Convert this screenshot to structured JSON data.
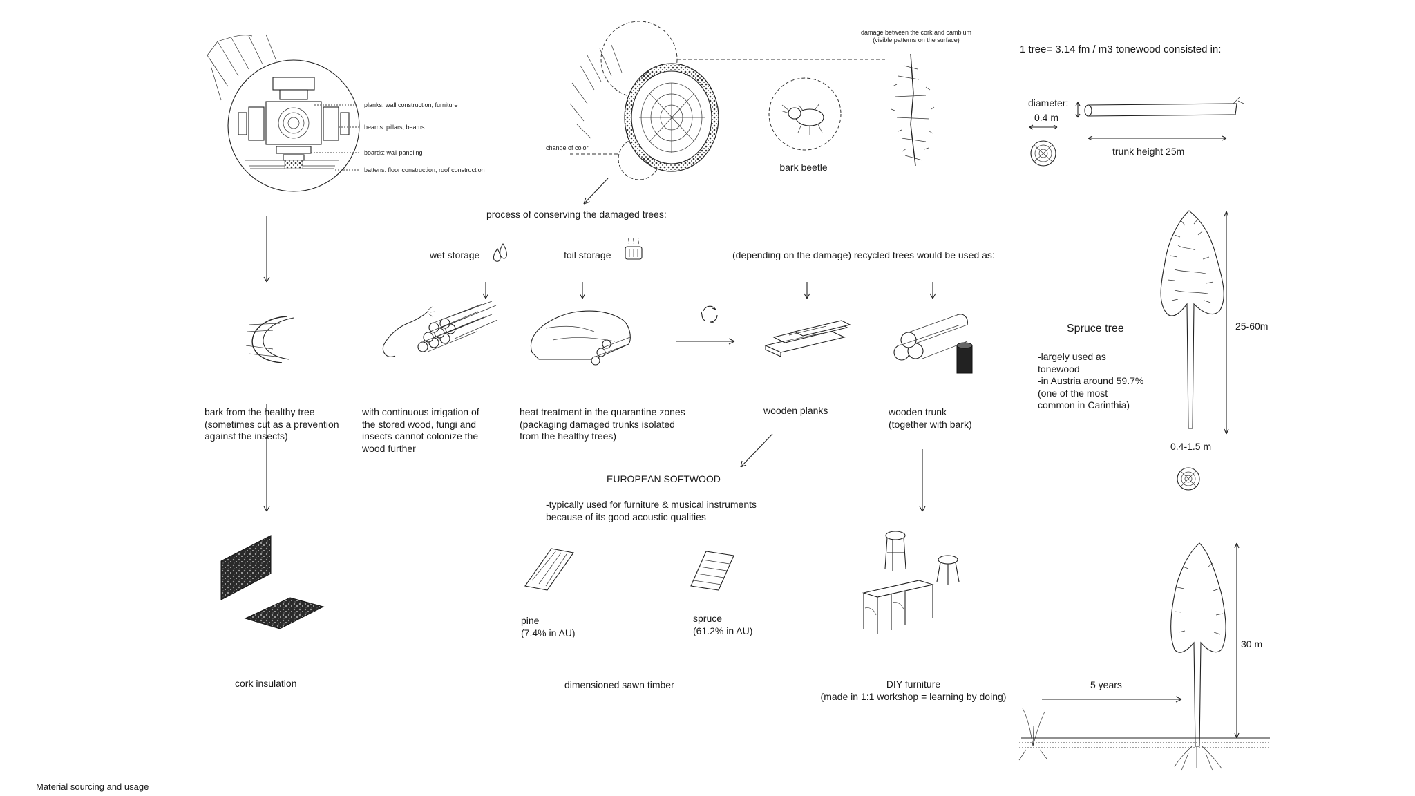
{
  "log_details": {
    "labels": [
      "planks: wall construction, furniture",
      "beams: pillars, beams",
      "boards: wall paneling",
      "battens: floor construction, roof construction"
    ],
    "change_of_color": "change of color"
  },
  "bark_beetle": {
    "damage_note": "damage between the cork and cambium\n(visible patterns on the surface)",
    "label": "bark beetle"
  },
  "tonewood": {
    "title": "1 tree= 3.14 fm / m3 tonewood consisted in:",
    "diameter_label": "diameter:",
    "diameter_value": "0.4 m",
    "trunk_height": "trunk height   25m"
  },
  "process": {
    "title": "process of conserving the damaged trees:",
    "wet_storage": "wet storage",
    "foil_storage": "foil storage",
    "recycled_note": "(depending on the damage) recycled trees would be used as:"
  },
  "captions": {
    "bark": "bark from the healthy tree\n(sometimes cut as a prevention\nagainst the insects)",
    "irrigation": "with continuous irrigation of\nthe stored wood, fungi and\ninsects cannot colonize the\nwood further",
    "heat": "heat treatment in the quarantine zones\n(packaging damaged trunks isolated\nfrom the healthy trees)",
    "planks": "wooden planks",
    "trunk": "wooden trunk\n(together with bark)"
  },
  "spruce_tree": {
    "title": "Spruce tree",
    "desc": "-largely used as\ntonewood\n-in Austria around 59.7%\n(one of the most\ncommon in Carinthia)",
    "height": "25-60m",
    "diameter": "0.4-1.5 m"
  },
  "softwood": {
    "title": "EUROPEAN SOFTWOOD",
    "desc": "-typically used for furniture & musical instruments\nbecause of its good acoustic qualities",
    "pine": "pine\n(7.4% in AU)",
    "spruce": "spruce\n(61.2% in AU)"
  },
  "bottom": {
    "cork": "cork insulation",
    "timber": "dimensioned sawn timber",
    "diy": "DIY furniture\n(made in 1:1 workshop = learning by doing)"
  },
  "growth": {
    "years": "5 years",
    "height": "30 m"
  },
  "footer": {
    "caption": "Material sourcing and usage"
  }
}
